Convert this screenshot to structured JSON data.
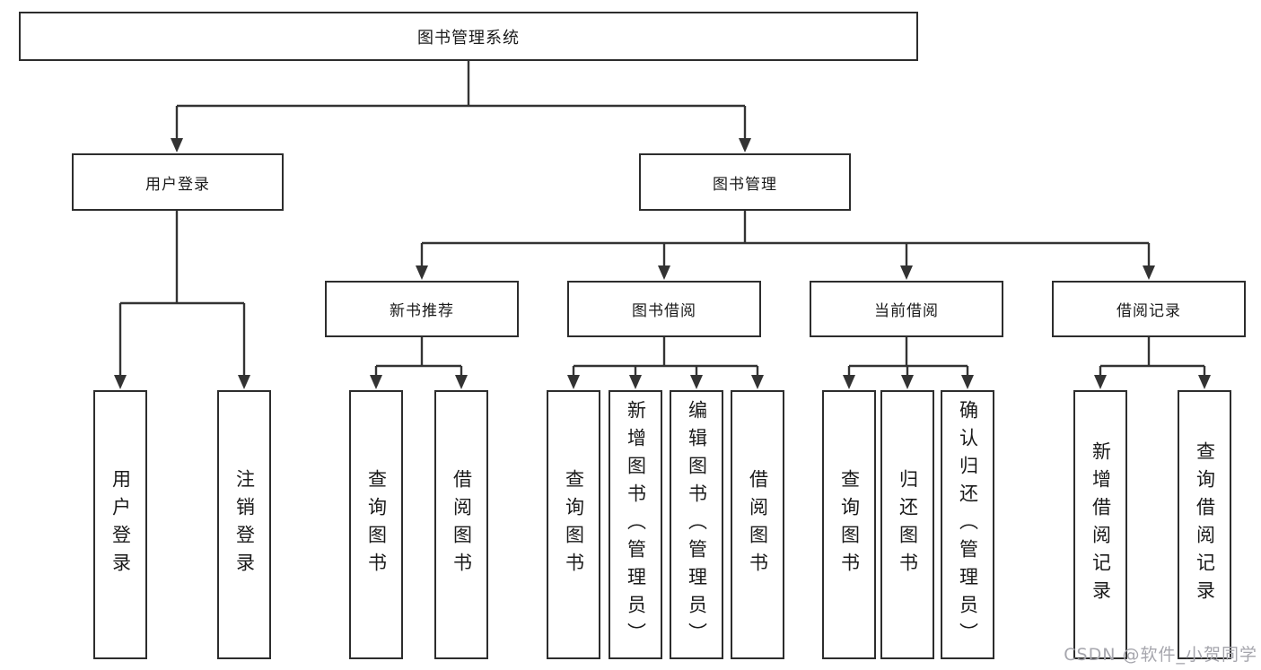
{
  "diagram": {
    "root": {
      "label": "图书管理系统",
      "children": [
        {
          "label": "用户登录",
          "children": [
            {
              "label": "用户登录"
            },
            {
              "label": "注销登录"
            }
          ]
        },
        {
          "label": "图书管理",
          "children": [
            {
              "label": "新书推荐",
              "children": [
                {
                  "label": "查询图书"
                },
                {
                  "label": "借阅图书"
                }
              ]
            },
            {
              "label": "图书借阅",
              "children": [
                {
                  "label": "查询图书"
                },
                {
                  "label": "新增图书（管理员）"
                },
                {
                  "label": "编辑图书（管理员）"
                },
                {
                  "label": "借阅图书"
                }
              ]
            },
            {
              "label": "当前借阅",
              "children": [
                {
                  "label": "查询图书"
                },
                {
                  "label": "归还图书"
                },
                {
                  "label": "确认归还（管理员）"
                }
              ]
            },
            {
              "label": "借阅记录",
              "children": [
                {
                  "label": "新增借阅记录"
                },
                {
                  "label": "查询借阅记录"
                }
              ]
            }
          ]
        }
      ]
    },
    "watermark": "CSDN @软件_小贺同学",
    "colors": {
      "line": "#333333",
      "border": "#2d2d2d",
      "text": "#1a1a1a",
      "watermark": "#a6a6ad",
      "background": "#ffffff"
    }
  }
}
